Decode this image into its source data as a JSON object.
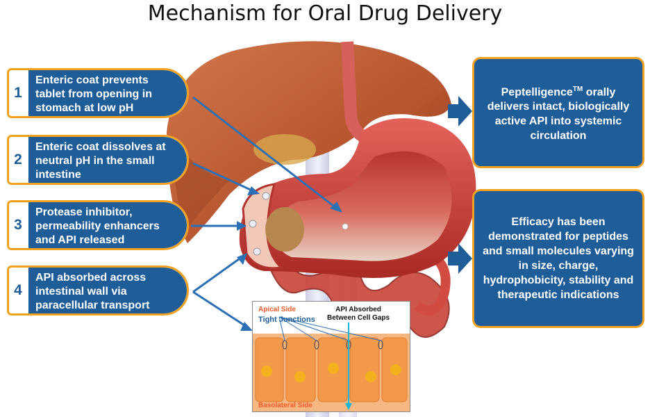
{
  "title": "Mechanism for Oral Drug Delivery",
  "steps": [
    {
      "number": "1",
      "text": "Enteric coat prevents tablet from opening in stomach at low pH"
    },
    {
      "number": "2",
      "text": "Enteric coat dissolves at neutral pH in the small intestine"
    },
    {
      "number": "3",
      "text": "Protease inhibitor, permeability enhancers and API released"
    },
    {
      "number": "4",
      "text": "API absorbed across intestinal wall via paracellular transport"
    }
  ],
  "outcomes": {
    "box1": {
      "brand": "Peptelligence",
      "trademark": "TM",
      "text": "orally delivers intact, biologically active API into systemic circulation"
    },
    "box2": {
      "text": "Efficacy has been demonstrated for peptides and small molecules varying in size, charge, hydrophobicity, stability and therapeutic indications"
    }
  },
  "inset": {
    "apical": "Apical Side",
    "tight_junctions": "Tight Junctions",
    "api_absorbed": "API Absorbed Between Cell Gaps",
    "basolateral": "Basolateral Side"
  },
  "colors": {
    "box_blue": "#1f5d99",
    "border_orange": "#f3a21f",
    "arrow_blue": "#2b6fb5",
    "liver": "#b5542e",
    "stomach": "#d9473f",
    "cell": "#f39a4a"
  },
  "icons": [
    "right-arrow-icon"
  ]
}
